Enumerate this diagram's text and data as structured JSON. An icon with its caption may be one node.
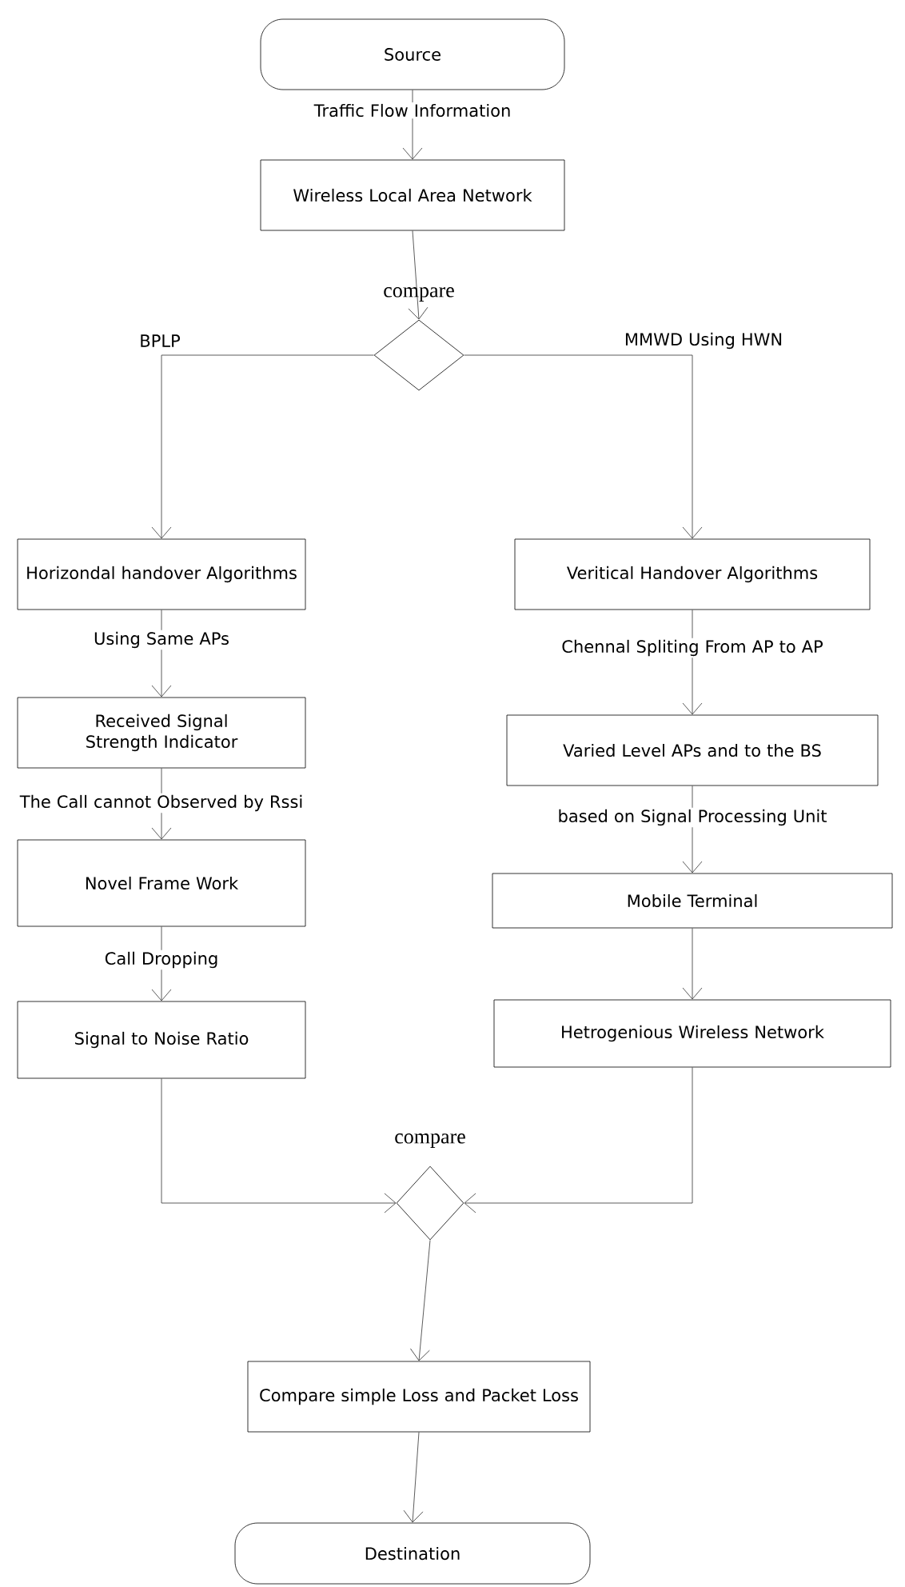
{
  "diagram": {
    "nodes": [
      {
        "text": [
          "Source"
        ]
      },
      {
        "text": [
          "Wireless Local Area Network"
        ]
      },
      {
        "text": [],
        "shape": "diamond",
        "beside": [
          "compare"
        ]
      },
      {
        "text": [
          "Horizondal handover Algorithms"
        ]
      },
      {
        "text": [
          "Received Signal Strength Indicator"
        ]
      },
      {
        "text": [
          "Novel Frame Work"
        ]
      },
      {
        "text": [
          "Signal to  Noise Ratio"
        ]
      },
      {
        "text": [
          "Veritical Handover Algorithms"
        ]
      },
      {
        "text": [
          "Varied Level APs and to the BS"
        ]
      },
      {
        "text": [
          "Mobile Terminal"
        ]
      },
      {
        "text": [
          "Hetrogenious Wireless Network"
        ]
      },
      {
        "text": [],
        "shape": "diamond",
        "beside": [
          "compare"
        ]
      },
      {
        "text": [
          "Compare simple Loss and Packet Loss"
        ]
      },
      {
        "text": [
          "Destination"
        ]
      }
    ],
    "edges": [
      {
        "from": 0,
        "to": 1,
        "arrow": "to",
        "label": "Traffic Flow Information"
      },
      {
        "from": 1,
        "to": 2,
        "arrow": "to"
      },
      {
        "from": 2,
        "to": 3,
        "arrow": "to",
        "label": "BPLP"
      },
      {
        "from": 2,
        "to": 7,
        "arrow": "to",
        "label": "MMWD Using HWN"
      },
      {
        "from": 3,
        "to": 4,
        "arrow": "to",
        "label": "Using Same APs"
      },
      {
        "from": 4,
        "to": 5,
        "arrow": "to",
        "label": "The Call cannot Observed by Rssi"
      },
      {
        "from": 5,
        "to": 6,
        "arrow": "to",
        "label": "Call Dropping"
      },
      {
        "from": 7,
        "to": 8,
        "arrow": "to",
        "label": "Chennal Spliting From AP to AP"
      },
      {
        "from": 8,
        "to": 9,
        "arrow": "to",
        "label": "based on Signal Processing Unit"
      },
      {
        "from": 9,
        "to": 10,
        "arrow": "to"
      },
      {
        "from": 6,
        "to": 11,
        "arrow": "to"
      },
      {
        "from": 10,
        "to": 11,
        "arrow": "to"
      },
      {
        "from": 11,
        "to": 12,
        "arrow": "to"
      },
      {
        "from": 12,
        "to": 13,
        "arrow": "to"
      }
    ]
  }
}
